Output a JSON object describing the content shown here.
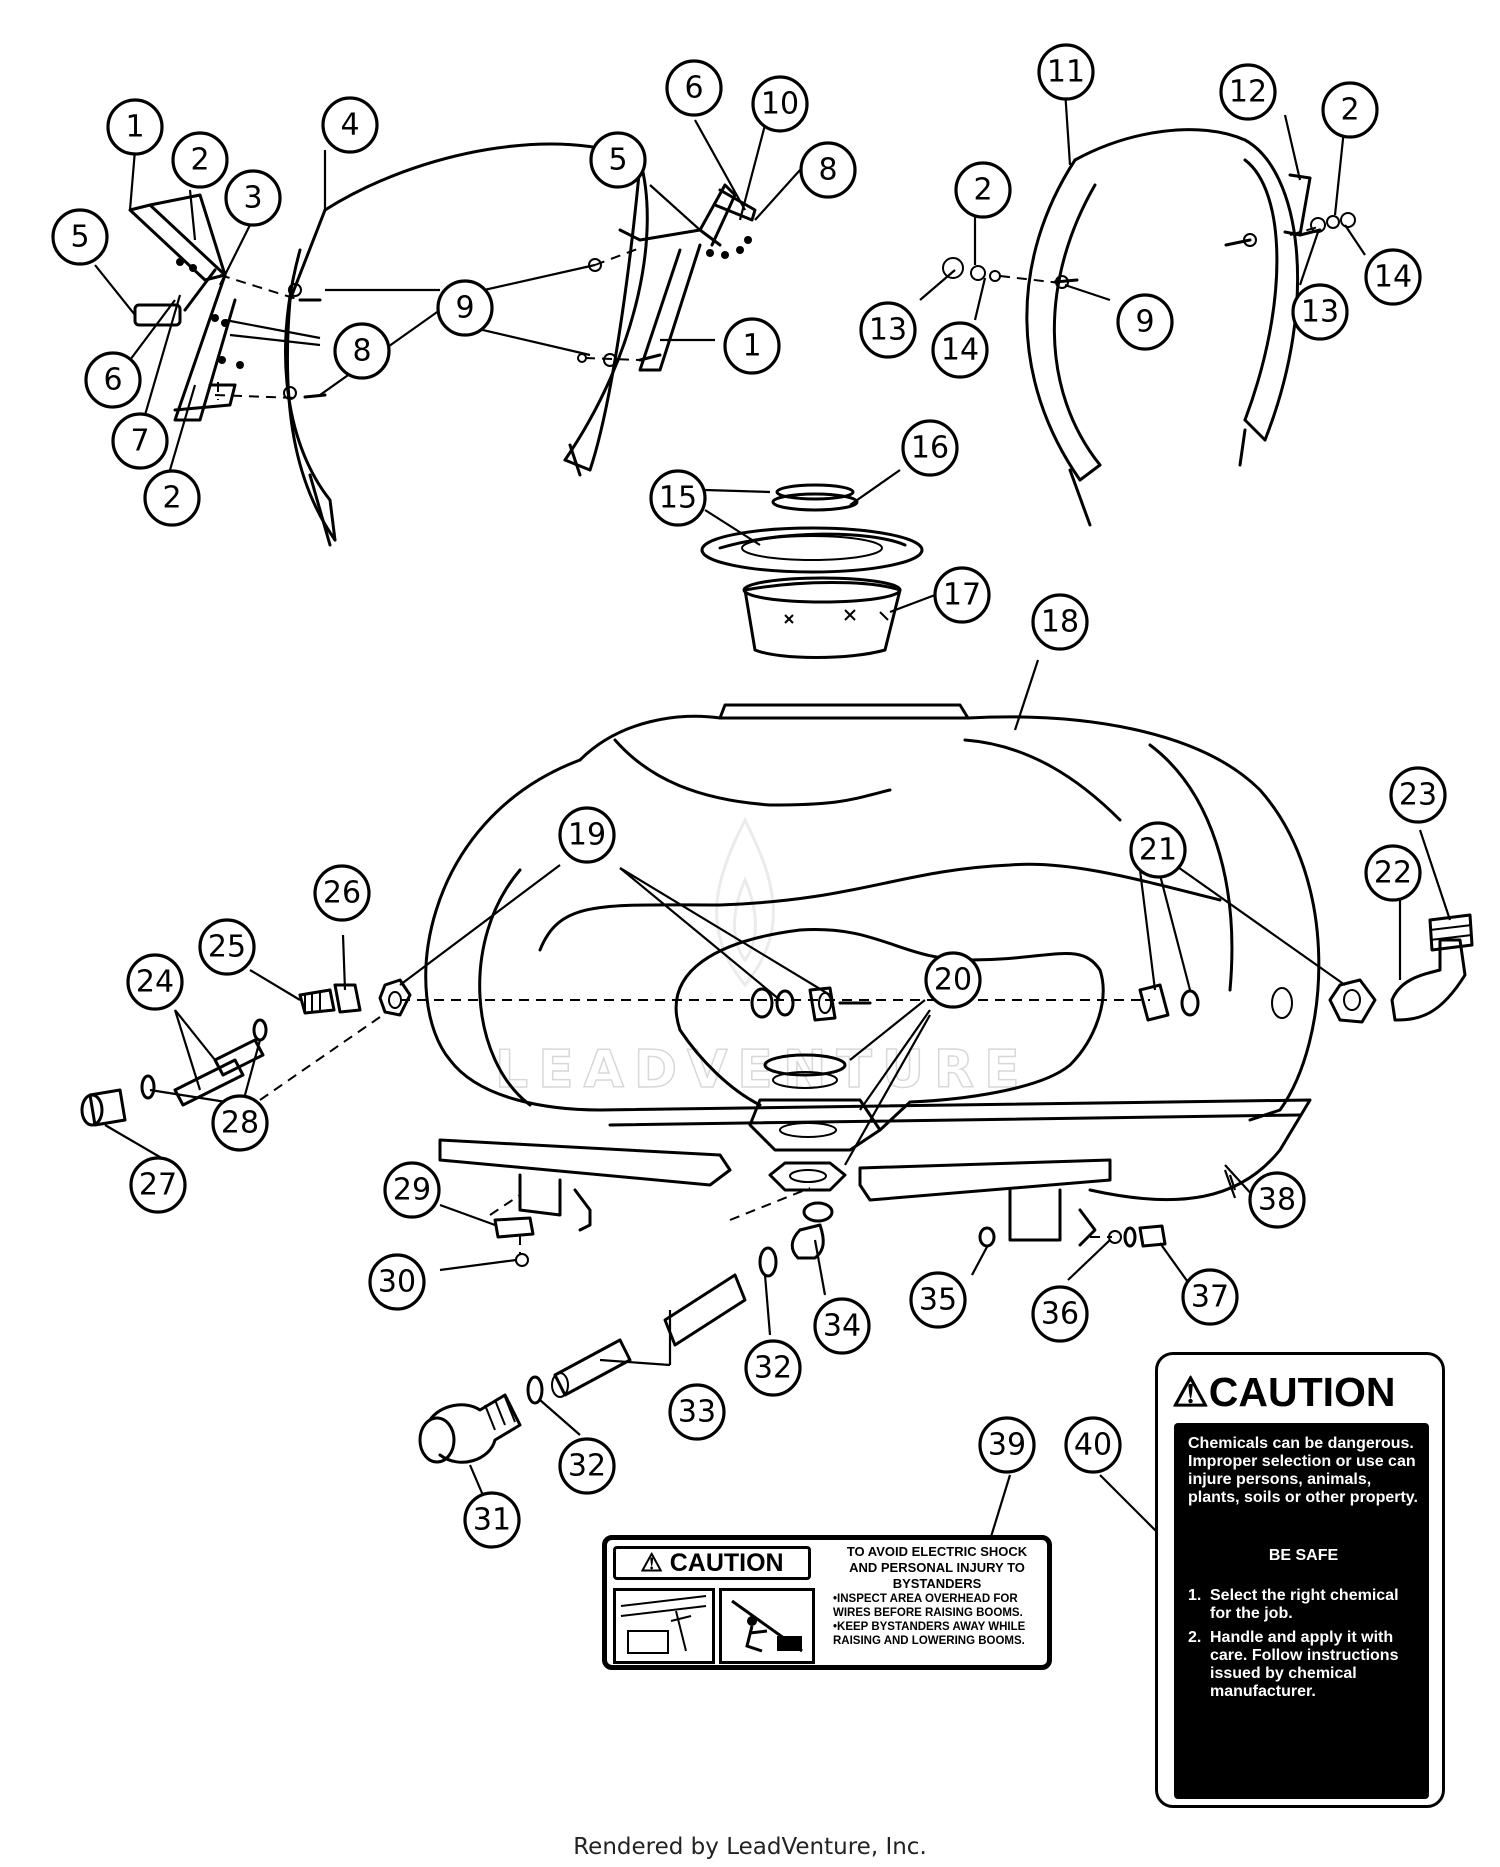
{
  "callouts": {
    "left_frame": [
      "1",
      "2",
      "3",
      "4",
      "5",
      "6",
      "7",
      "8",
      "2",
      "9"
    ],
    "right_frame": [
      "11",
      "2",
      "12",
      "2",
      "13",
      "14",
      "9",
      "13",
      "14"
    ]
  },
  "caution_39": {
    "callout": "39",
    "header": "CAUTION",
    "title_lines": [
      "TO AVOID ELECTRIC SHOCK",
      "AND PERSONAL INJURY TO",
      "BYSTANDERS"
    ],
    "bullets": [
      "•INSPECT AREA OVERHEAD FOR WIRES BEFORE RAISING BOOMS.",
      "•KEEP BYSTANDERS AWAY WHILE RAISING AND LOWERING BOOMS."
    ]
  },
  "caution_40": {
    "callout": "40",
    "header": "CAUTION",
    "paragraph": "Chemicals can be dangerous. Improper selection or use can injure persons, animals, plants, soils or other property.",
    "be_safe": "BE SAFE",
    "steps": [
      {
        "num": "1.",
        "text": "Select the right chemical for the job."
      },
      {
        "num": "2.",
        "text": "Handle and apply it with care. Follow instructions issued by chemical manufacturer."
      }
    ]
  },
  "icons": {
    "warning": "warning-triangle-icon",
    "watermark": "flame-logo-icon"
  },
  "watermark_text": "LEADVENTURE",
  "footer": "Rendered by LeadVenture, Inc."
}
